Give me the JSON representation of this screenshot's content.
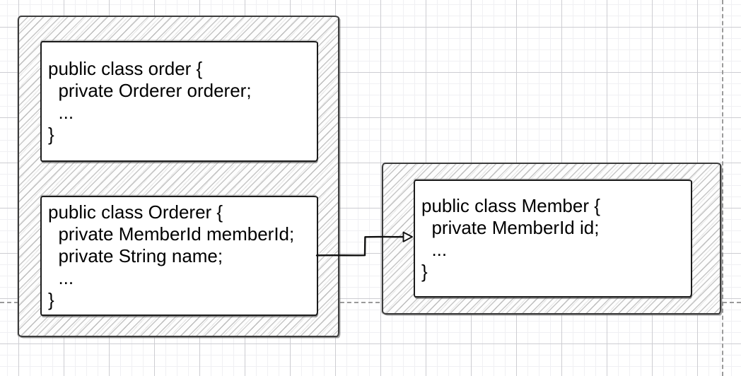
{
  "colors": {
    "canvas_bg": "#ffffff",
    "grid_minor": "#f0f0f3",
    "grid_major": "#cdcdd2",
    "guide": "#9a9a9a",
    "shape_stroke": "#1b1b1b",
    "container_stroke": "#3c3c3c",
    "box_bg": "#ffffff",
    "text": "#000000"
  },
  "order_aggregate": {
    "order_class": {
      "lines": [
        "public class order {",
        "  private Orderer orderer;",
        "  ...",
        "}"
      ]
    },
    "orderer_class": {
      "lines": [
        "public class Orderer {",
        "  private MemberId memberId;",
        "  private String name;",
        "  ...",
        "}"
      ]
    }
  },
  "member_aggregate": {
    "member_class": {
      "lines": [
        "public class Member {",
        "  private MemberId id;",
        "  ...",
        "}"
      ]
    }
  },
  "connector": {
    "from": "Orderer",
    "to": "Member"
  }
}
